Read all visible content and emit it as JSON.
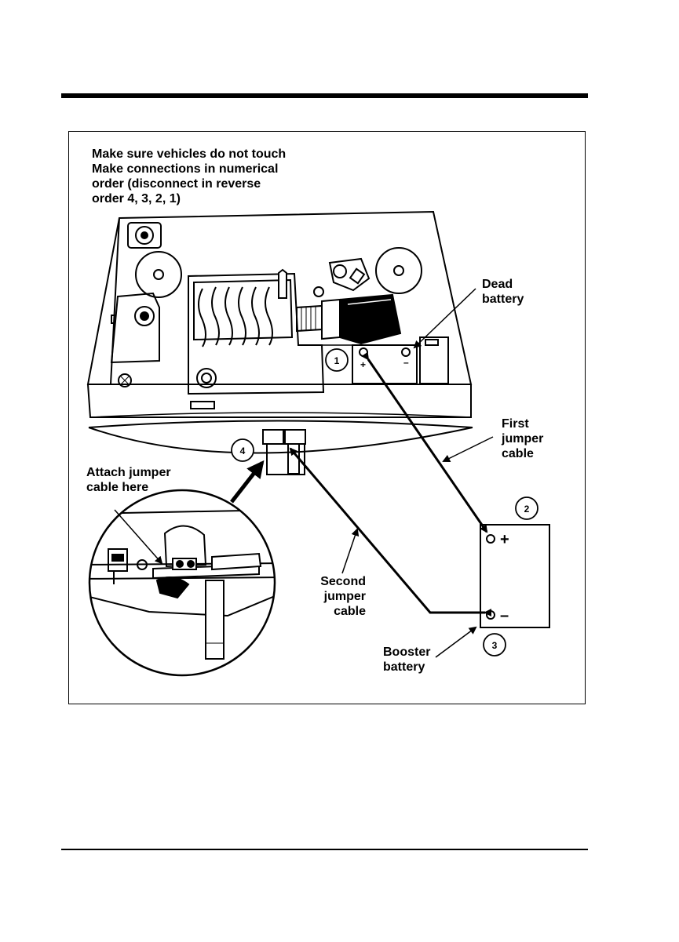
{
  "instructions": [
    "Make sure vehicles do not touch",
    "Make connections in numerical",
    "order (disconnect in reverse",
    "order 4, 3, 2, 1)"
  ],
  "labels": {
    "dead_battery": [
      "Dead",
      "battery"
    ],
    "first_cable": [
      "First",
      "jumper",
      "cable"
    ],
    "attach": [
      "Attach jumper",
      "cable here"
    ],
    "second_cable": [
      "Second",
      "jumper",
      "cable"
    ],
    "booster": [
      "Booster",
      "battery"
    ]
  },
  "steps": [
    "1",
    "2",
    "3",
    "4"
  ],
  "terminals": {
    "plus": "+",
    "minus": "–"
  }
}
